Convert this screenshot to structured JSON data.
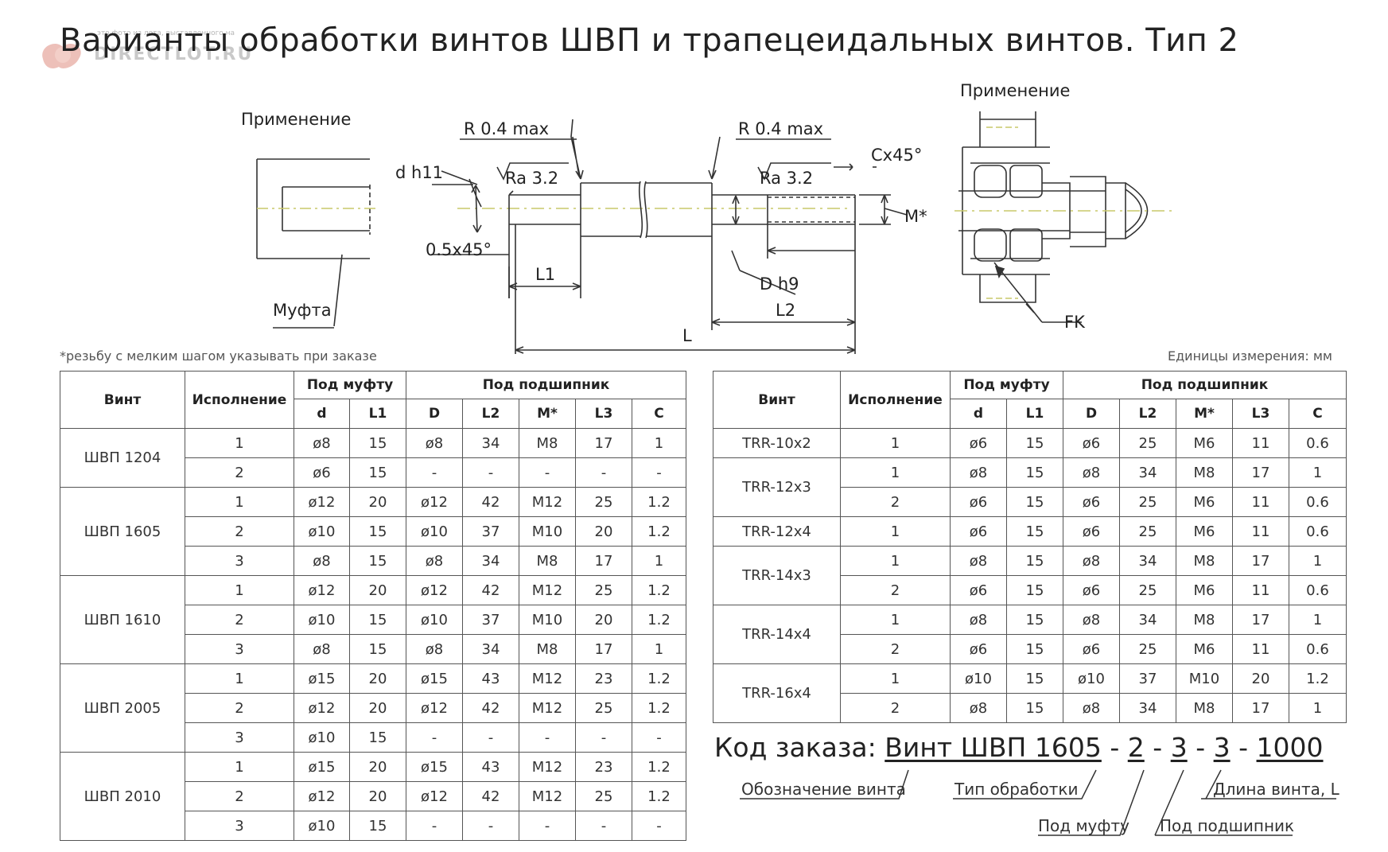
{
  "title": "Варианты обработки винтов ШВП и трапецеидальных винтов. Тип 2",
  "watermark": {
    "small_text": "это фото из лота, выставленного на",
    "site": "DIRECTLOT.RU"
  },
  "drawing": {
    "left_application": "Применение",
    "coupling": "Муфта",
    "r04_left": "R 0.4 max",
    "r04_right": "R 0.4 max",
    "dh11": "d h11",
    "ra_left": "Ra 3.2",
    "ra_right": "Ra 3.2",
    "cx45": "Cx45°",
    "mstar": "M*",
    "chamfer": "0.5x45°",
    "l1": "L1",
    "dh9": "D h9",
    "l2": "L2",
    "l": "L",
    "right_application": "Применение",
    "fk": "FK"
  },
  "thread_note": "*резьбу с мелким шагом указывать при заказе",
  "units_note": "Единицы измерения: мм",
  "table_headers": {
    "screw": "Винт",
    "variant": "Исполнение",
    "coupling": "Под муфту",
    "bearing": "Под подшипник",
    "cols": [
      "d",
      "L1",
      "D",
      "L2",
      "M*",
      "L3",
      "C"
    ]
  },
  "left_table": [
    {
      "screw": "ШВП 1204",
      "rows": [
        [
          "1",
          "ø8",
          "15",
          "ø8",
          "34",
          "M8",
          "17",
          "1"
        ],
        [
          "2",
          "ø6",
          "15",
          "-",
          "-",
          "-",
          "-",
          "-"
        ]
      ]
    },
    {
      "screw": "ШВП 1605",
      "rows": [
        [
          "1",
          "ø12",
          "20",
          "ø12",
          "42",
          "M12",
          "25",
          "1.2"
        ],
        [
          "2",
          "ø10",
          "15",
          "ø10",
          "37",
          "M10",
          "20",
          "1.2"
        ],
        [
          "3",
          "ø8",
          "15",
          "ø8",
          "34",
          "M8",
          "17",
          "1"
        ]
      ]
    },
    {
      "screw": "ШВП 1610",
      "rows": [
        [
          "1",
          "ø12",
          "20",
          "ø12",
          "42",
          "M12",
          "25",
          "1.2"
        ],
        [
          "2",
          "ø10",
          "15",
          "ø10",
          "37",
          "M10",
          "20",
          "1.2"
        ],
        [
          "3",
          "ø8",
          "15",
          "ø8",
          "34",
          "M8",
          "17",
          "1"
        ]
      ]
    },
    {
      "screw": "ШВП 2005",
      "rows": [
        [
          "1",
          "ø15",
          "20",
          "ø15",
          "43",
          "M12",
          "23",
          "1.2"
        ],
        [
          "2",
          "ø12",
          "20",
          "ø12",
          "42",
          "M12",
          "25",
          "1.2"
        ],
        [
          "3",
          "ø10",
          "15",
          "-",
          "-",
          "-",
          "-",
          "-"
        ]
      ]
    },
    {
      "screw": "ШВП 2010",
      "rows": [
        [
          "1",
          "ø15",
          "20",
          "ø15",
          "43",
          "M12",
          "23",
          "1.2"
        ],
        [
          "2",
          "ø12",
          "20",
          "ø12",
          "42",
          "M12",
          "25",
          "1.2"
        ],
        [
          "3",
          "ø10",
          "15",
          "-",
          "-",
          "-",
          "-",
          "-"
        ]
      ]
    }
  ],
  "right_table": [
    {
      "screw": "TRR-10x2",
      "rows": [
        [
          "1",
          "ø6",
          "15",
          "ø6",
          "25",
          "M6",
          "11",
          "0.6"
        ]
      ]
    },
    {
      "screw": "TRR-12x3",
      "rows": [
        [
          "1",
          "ø8",
          "15",
          "ø8",
          "34",
          "M8",
          "17",
          "1"
        ],
        [
          "2",
          "ø6",
          "15",
          "ø6",
          "25",
          "M6",
          "11",
          "0.6"
        ]
      ]
    },
    {
      "screw": "TRR-12x4",
      "rows": [
        [
          "1",
          "ø6",
          "15",
          "ø6",
          "25",
          "M6",
          "11",
          "0.6"
        ]
      ]
    },
    {
      "screw": "TRR-14x3",
      "rows": [
        [
          "1",
          "ø8",
          "15",
          "ø8",
          "34",
          "M8",
          "17",
          "1"
        ],
        [
          "2",
          "ø6",
          "15",
          "ø6",
          "25",
          "M6",
          "11",
          "0.6"
        ]
      ]
    },
    {
      "screw": "TRR-14x4",
      "rows": [
        [
          "1",
          "ø8",
          "15",
          "ø8",
          "34",
          "M8",
          "17",
          "1"
        ],
        [
          "2",
          "ø6",
          "15",
          "ø6",
          "25",
          "M6",
          "11",
          "0.6"
        ]
      ]
    },
    {
      "screw": "TRR-16x4",
      "rows": [
        [
          "1",
          "ø10",
          "15",
          "ø10",
          "37",
          "M10",
          "20",
          "1.2"
        ],
        [
          "2",
          "ø8",
          "15",
          "ø8",
          "34",
          "M8",
          "17",
          "1"
        ]
      ]
    }
  ],
  "order_code": {
    "prefix": "Код заказа:",
    "screw": "Винт ШВП 1605",
    "sep": "-",
    "type": "2",
    "coupling": "3",
    "bearing": "3",
    "length": "1000",
    "label_screw": "Обозначение винта",
    "label_type": "Тип обработки",
    "label_length": "Длина винта, L",
    "label_coupling": "Под муфту",
    "label_bearing": "Под подшипник"
  }
}
